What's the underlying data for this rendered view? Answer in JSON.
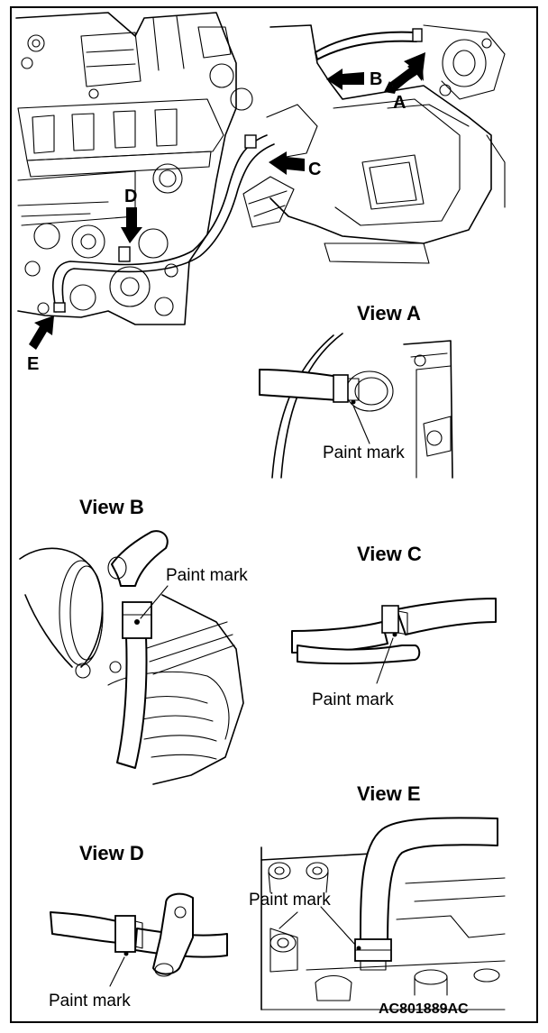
{
  "letters": {
    "a": "A",
    "b": "B",
    "c": "C",
    "d": "D",
    "e": "E"
  },
  "views": {
    "a": {
      "title": "View A",
      "paint_mark": "Paint mark"
    },
    "b": {
      "title": "View B",
      "paint_mark": "Paint mark"
    },
    "c": {
      "title": "View C",
      "paint_mark": "Paint mark"
    },
    "d": {
      "title": "View D",
      "paint_mark": "Paint mark"
    },
    "e": {
      "title": "View E",
      "paint_mark": "Paint mark"
    }
  },
  "figure_code": "AC801889AC"
}
